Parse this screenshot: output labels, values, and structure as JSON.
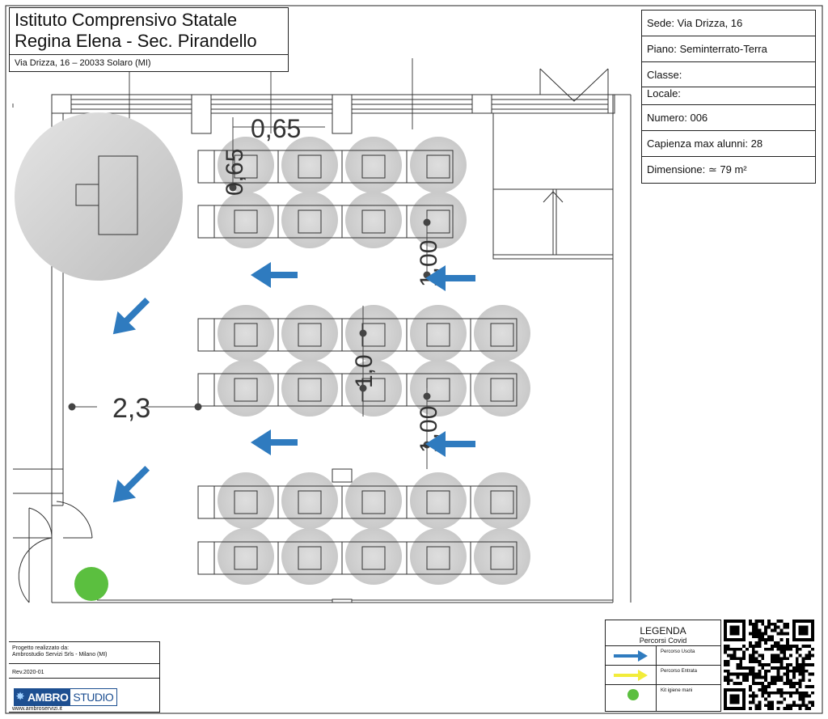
{
  "title": {
    "line1": "Istituto Comprensivo Statale",
    "line2": "Regina Elena - Sec. Pirandello",
    "address": "Via Drizza, 16 – 20033 Solaro (MI)"
  },
  "info": {
    "sede": "Sede:  Via Drizza, 16",
    "piano": "Piano: Seminterrato-Terra",
    "classe": "Classe:",
    "locale": "Locale:",
    "numero": "Numero: 006",
    "capienza": "Capienza max alunni: 28",
    "dimensione": "Dimensione: ≃ 79 m²"
  },
  "dimensions": {
    "top_h": "0,65",
    "top_v": "0,65",
    "spacing_right_1": "1,00",
    "spacing_center": "1,0",
    "spacing_right_2": "1,00",
    "left_distance": "2,3"
  },
  "credits": {
    "line1": "Progetto realizzato da:",
    "line2": "Ambrostudio Servizi Srls - Milano (MI)",
    "rev": "Rev.2020-01",
    "logo_a": "AMBRO",
    "logo_b": "STUDIO",
    "website": "www.ambroservizi.it"
  },
  "legend": {
    "title": "LEGENDA",
    "subtitle": "Percorsi Covid",
    "exit": "Percorso Uscita",
    "entry": "Percorso Entrata",
    "kit": "Kit igiene mani"
  },
  "colors": {
    "exit_arrow": "#2f7bbf",
    "entry_arrow": "#f2ec3a",
    "kit_dot": "#5bbf3f",
    "circle": "#cfcfcf",
    "line": "#444444"
  },
  "icons": {
    "exit": "arrow-icon",
    "entry": "arrow-icon",
    "kit": "green-dot-icon",
    "qr": "qr-code-icon",
    "logo": "ambrostudio-logo"
  }
}
